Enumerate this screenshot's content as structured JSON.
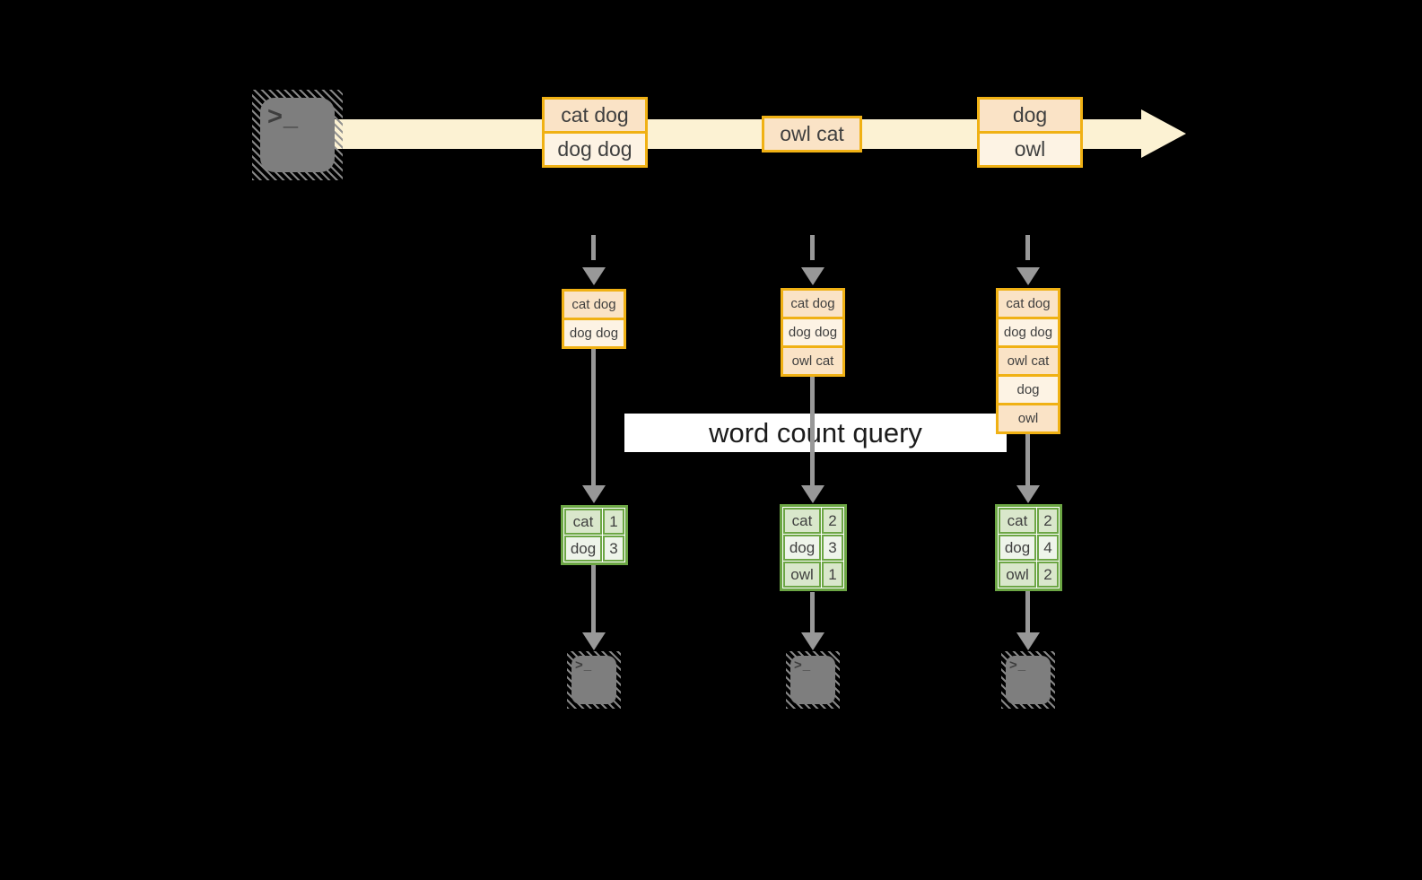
{
  "colors": {
    "bg": "#000000",
    "gold": "#F0B114",
    "peach": "#FAE3C6",
    "cream": "#FDF3E4",
    "stream": "#FCF2D3",
    "green": "#6CA644",
    "green_dark": "#D9E7CB",
    "green_light": "#EEF4EA",
    "arrow": "#989898",
    "terminal": "#7E7E7E",
    "ink": "#3F3F3F",
    "banner_ink": "#1C1C1C",
    "banner_bg": "#FFFFFF"
  },
  "banner": {
    "label": "word count query"
  },
  "terminal_prompt": ">_",
  "stream": {
    "events": [
      {
        "lines": [
          "cat dog",
          "dog dog"
        ]
      },
      {
        "lines": [
          "owl cat"
        ]
      },
      {
        "lines": [
          "dog",
          "owl"
        ]
      }
    ]
  },
  "columns": [
    {
      "state_lines": [
        "cat dog",
        "dog dog"
      ],
      "count_rows": [
        [
          "cat",
          "1"
        ],
        [
          "dog",
          "3"
        ]
      ]
    },
    {
      "state_lines": [
        "cat dog",
        "dog dog",
        "owl cat"
      ],
      "count_rows": [
        [
          "cat",
          "2"
        ],
        [
          "dog",
          "3"
        ],
        [
          "owl",
          "1"
        ]
      ]
    },
    {
      "state_lines": [
        "cat dog",
        "dog dog",
        "owl cat",
        "dog",
        "owl"
      ],
      "count_rows": [
        [
          "cat",
          "2"
        ],
        [
          "dog",
          "4"
        ],
        [
          "owl",
          "2"
        ]
      ]
    }
  ]
}
